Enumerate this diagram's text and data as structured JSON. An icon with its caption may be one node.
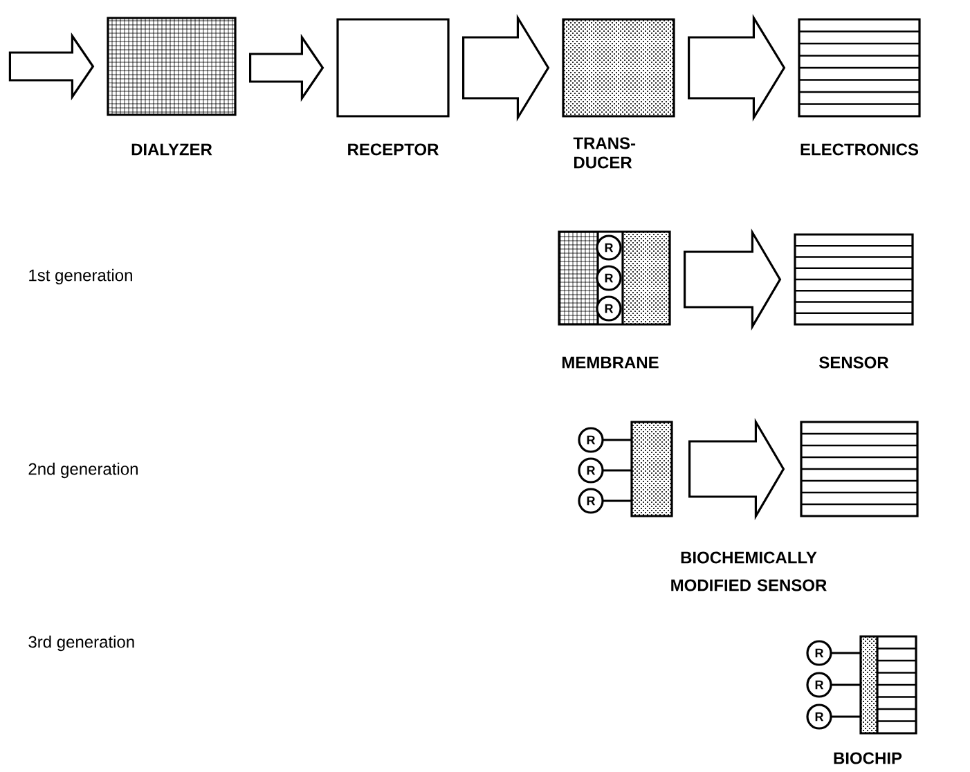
{
  "diagram": {
    "nodes": [
      {
        "text": [
          "DIALYZER"
        ]
      },
      {
        "text": [
          "RECEPTOR"
        ]
      },
      {
        "text": [
          "TRANS- DUCER"
        ]
      },
      {
        "text": [
          "ELECTRONICS"
        ]
      },
      {
        "text": [
          "MEMBRANE"
        ]
      },
      {
        "text": [
          "SENSOR"
        ]
      },
      {
        "text": [],
        "shape": "box"
      },
      {
        "text": [],
        "shape": "box"
      },
      {
        "text": [
          "BIOCHIP"
        ]
      }
    ],
    "edges": [
      {
        "from": null,
        "to": 0,
        "arrow": "to"
      },
      {
        "from": 0,
        "to": 1,
        "arrow": "to"
      },
      {
        "from": 1,
        "to": 2,
        "arrow": "to"
      },
      {
        "from": 2,
        "to": 3,
        "arrow": "to"
      },
      {
        "from": 4,
        "to": 5,
        "arrow": "to"
      },
      {
        "from": 6,
        "to": 7,
        "arrow": "to"
      }
    ],
    "labels": [
      "1st generation",
      "R",
      "R",
      "R",
      "2nd generation",
      "R",
      "R",
      "R",
      "BIOCHEMICALLY MODIFIED SENSOR",
      "3rd generation",
      "R",
      "R",
      "R"
    ]
  }
}
